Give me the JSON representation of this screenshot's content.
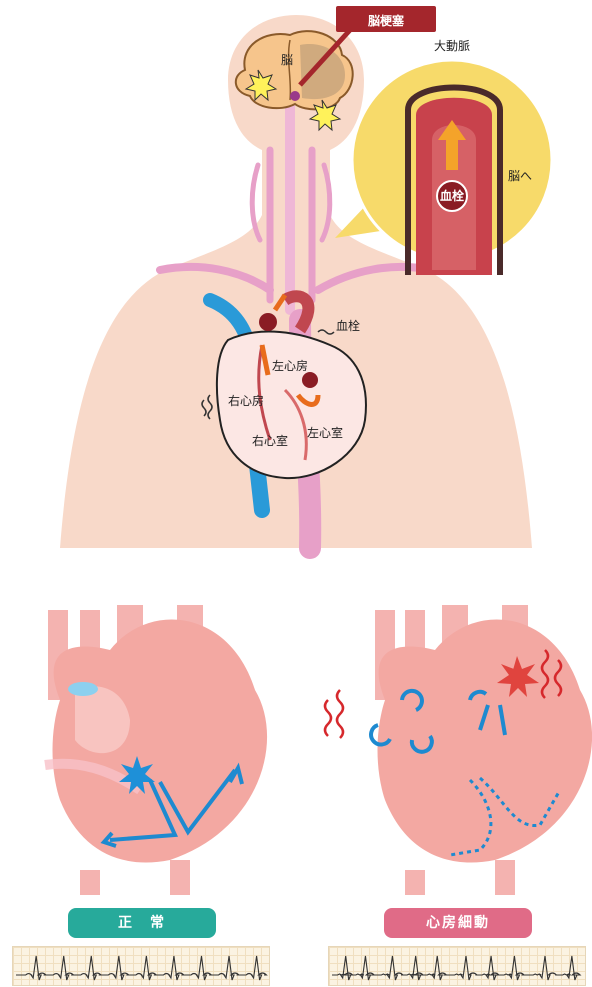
{
  "top": {
    "stroke_label": "脳梗塞",
    "brain_label": "脳",
    "aorta_label": "大動脈",
    "embolus_label": "血栓",
    "to_brain_label": "脳へ",
    "heart_embolus_label": "血栓",
    "left_atrium_label": "左心房",
    "right_atrium_label": "右心房",
    "right_ventricle_label": "右心室",
    "left_ventricle_label": "左心室"
  },
  "bottom": {
    "normal_label": "正　常",
    "afib_label": "心房細動"
  },
  "colors": {
    "stroke_tag": "#a4262c",
    "normal_tag": "#27aa9b",
    "afib_tag": "#e06b87",
    "skin": "#f8d9c9",
    "vessel_pink": "#e7a0c8",
    "vein_blue": "#2a9ad8",
    "artery_red": "#b8323a"
  }
}
